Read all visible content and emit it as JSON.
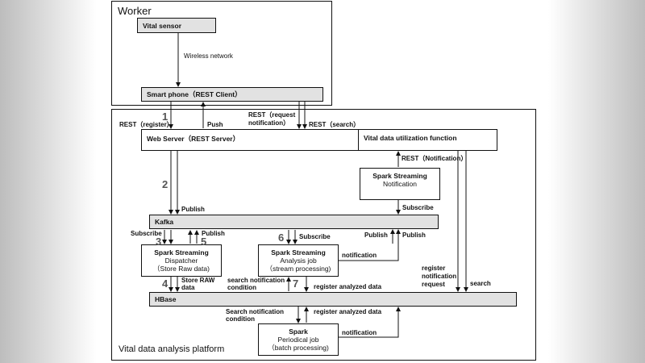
{
  "worker": {
    "title": "Worker",
    "vital_sensor": "Vital sensor",
    "wireless_network": "Wireless network",
    "smart_phone": "Smart phone（REST Client）"
  },
  "platform": {
    "title": "Vital data analysis platform",
    "web_server": "Web Server（REST Server）",
    "vital_function": "Vital data utilization function",
    "kafka": "Kafka",
    "hbase": "HBase"
  },
  "spark_notification": {
    "title": "Spark Streaming",
    "line1": "Notification"
  },
  "spark_dispatcher": {
    "title": "Spark Streaming",
    "line1": "Dispatcher",
    "line2": "（Store Raw data)"
  },
  "spark_analysis": {
    "title": "Spark Streaming",
    "line1": "Analysis job",
    "line2": "（stream processing)"
  },
  "spark_periodical": {
    "title": "Spark",
    "line1": "Periodical job",
    "line2": "（batch processing)"
  },
  "labels": {
    "rest_register": "REST（register）",
    "push": "Push",
    "rest_request_notification_1": "REST（request",
    "rest_request_notification_2": "notification）",
    "rest_search": "REST（search）",
    "rest_notification": "REST（Notification）",
    "publish_1": "Publish",
    "subscribe_notif": "Subscribe",
    "subscribe_dispatch": "Subscribe",
    "publish_dispatch": "Publish",
    "subscribe_analysis": "Subscribe",
    "publish_analysis_a": "Publish",
    "publish_analysis_b": "Publish",
    "notification_analysis": "notification",
    "store_raw_1": "Store RAW",
    "store_raw_2": "data",
    "search_notification_1": "search notification",
    "search_notification_2": "condition",
    "register_analyzed_1": "register analyzed data",
    "register_notification_1": "register",
    "register_notification_2": "notification",
    "register_notification_3": "request",
    "search": "search",
    "search_notification_b1": "Search notification",
    "search_notification_b2": "condition",
    "register_analyzed_2": "register analyzed data",
    "notification_periodical": "notification"
  },
  "steps": [
    "1",
    "2",
    "3",
    "4",
    "5",
    "6",
    "7"
  ]
}
